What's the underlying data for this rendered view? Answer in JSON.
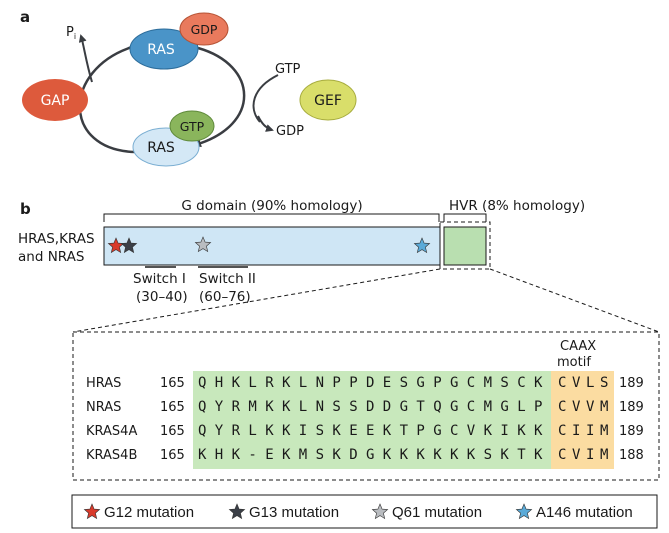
{
  "panel_a": {
    "label": "a",
    "pi_label": "P",
    "pi_subscript": "i",
    "gdp_label": "GDP",
    "ras_label": "RAS",
    "gap_label": "GAP",
    "gef_label": "GEF",
    "gtp_label": "GTP",
    "gtp_in_label": "GTP",
    "gdp_out_label": "GDP",
    "ras_bottom_label": "RAS",
    "colors": {
      "ras_top": "#4a94c8",
      "ras_bottom": "#d4e8f6",
      "gdp": "#e97a5d",
      "gtp": "#8ab55c",
      "gap": "#dd5a3c",
      "gef": "#d9de6a"
    }
  },
  "panel_b": {
    "label": "b",
    "protein_label_line1": "HRAS,KRAS",
    "protein_label_line2": "and NRAS",
    "g_domain_label": "G domain (90% homology)",
    "hvr_label": "HVR (8% homology)",
    "switch1_label": "Switch I",
    "switch1_range": "(30–40)",
    "switch2_label": "Switch II",
    "switch2_range": "(60–76)",
    "caax_label_line1": "CAAX",
    "caax_label_line2": "motif",
    "sequences": [
      {
        "name": "HRAS",
        "start": "165",
        "seq": [
          "Q",
          "H",
          "K",
          "L",
          "R",
          "K",
          "L",
          "N",
          "P",
          "P",
          "D",
          "E",
          "S",
          "G",
          "P",
          "G",
          "C",
          "M",
          "S",
          "C",
          "K"
        ],
        "caax": [
          "C",
          "V",
          "L",
          "S"
        ],
        "end": "189"
      },
      {
        "name": "NRAS",
        "start": "165",
        "seq": [
          "Q",
          "Y",
          "R",
          "M",
          "K",
          "K",
          "L",
          "N",
          "S",
          "S",
          "D",
          "D",
          "G",
          "T",
          "Q",
          "G",
          "C",
          "M",
          "G",
          "L",
          "P"
        ],
        "caax": [
          "C",
          "V",
          "V",
          "M"
        ],
        "end": "189"
      },
      {
        "name": "KRAS4A",
        "start": "165",
        "seq": [
          "Q",
          "Y",
          "R",
          "L",
          "K",
          "K",
          "I",
          "S",
          "K",
          "E",
          "E",
          "K",
          "T",
          "P",
          "G",
          "C",
          "V",
          "K",
          "I",
          "K",
          "K"
        ],
        "caax": [
          "C",
          "I",
          "I",
          "M"
        ],
        "end": "189"
      },
      {
        "name": "KRAS4B",
        "start": "165",
        "seq": [
          "K",
          "H",
          "K",
          "-",
          "E",
          "K",
          "M",
          "S",
          "K",
          "D",
          "G",
          "K",
          "K",
          "K",
          "K",
          "K",
          "K",
          "S",
          "K",
          "T",
          "K"
        ],
        "caax": [
          "C",
          "V",
          "I",
          "M"
        ],
        "end": "188"
      }
    ],
    "colors": {
      "g_domain_fill": "#cfe6f5",
      "hvr_fill": "#b9dfb0",
      "seq_fill": "#c8e8bc",
      "caax_fill": "#fbdca1"
    }
  },
  "legend": {
    "items": [
      {
        "label": "G12 mutation",
        "star_color": "#d93a2b"
      },
      {
        "label": "G13 mutation",
        "star_color": "#3b3f47"
      },
      {
        "label": "Q61 mutation",
        "star_color": "#b9bcc0"
      },
      {
        "label": "A146 mutation",
        "star_color": "#5aaad8"
      }
    ]
  }
}
